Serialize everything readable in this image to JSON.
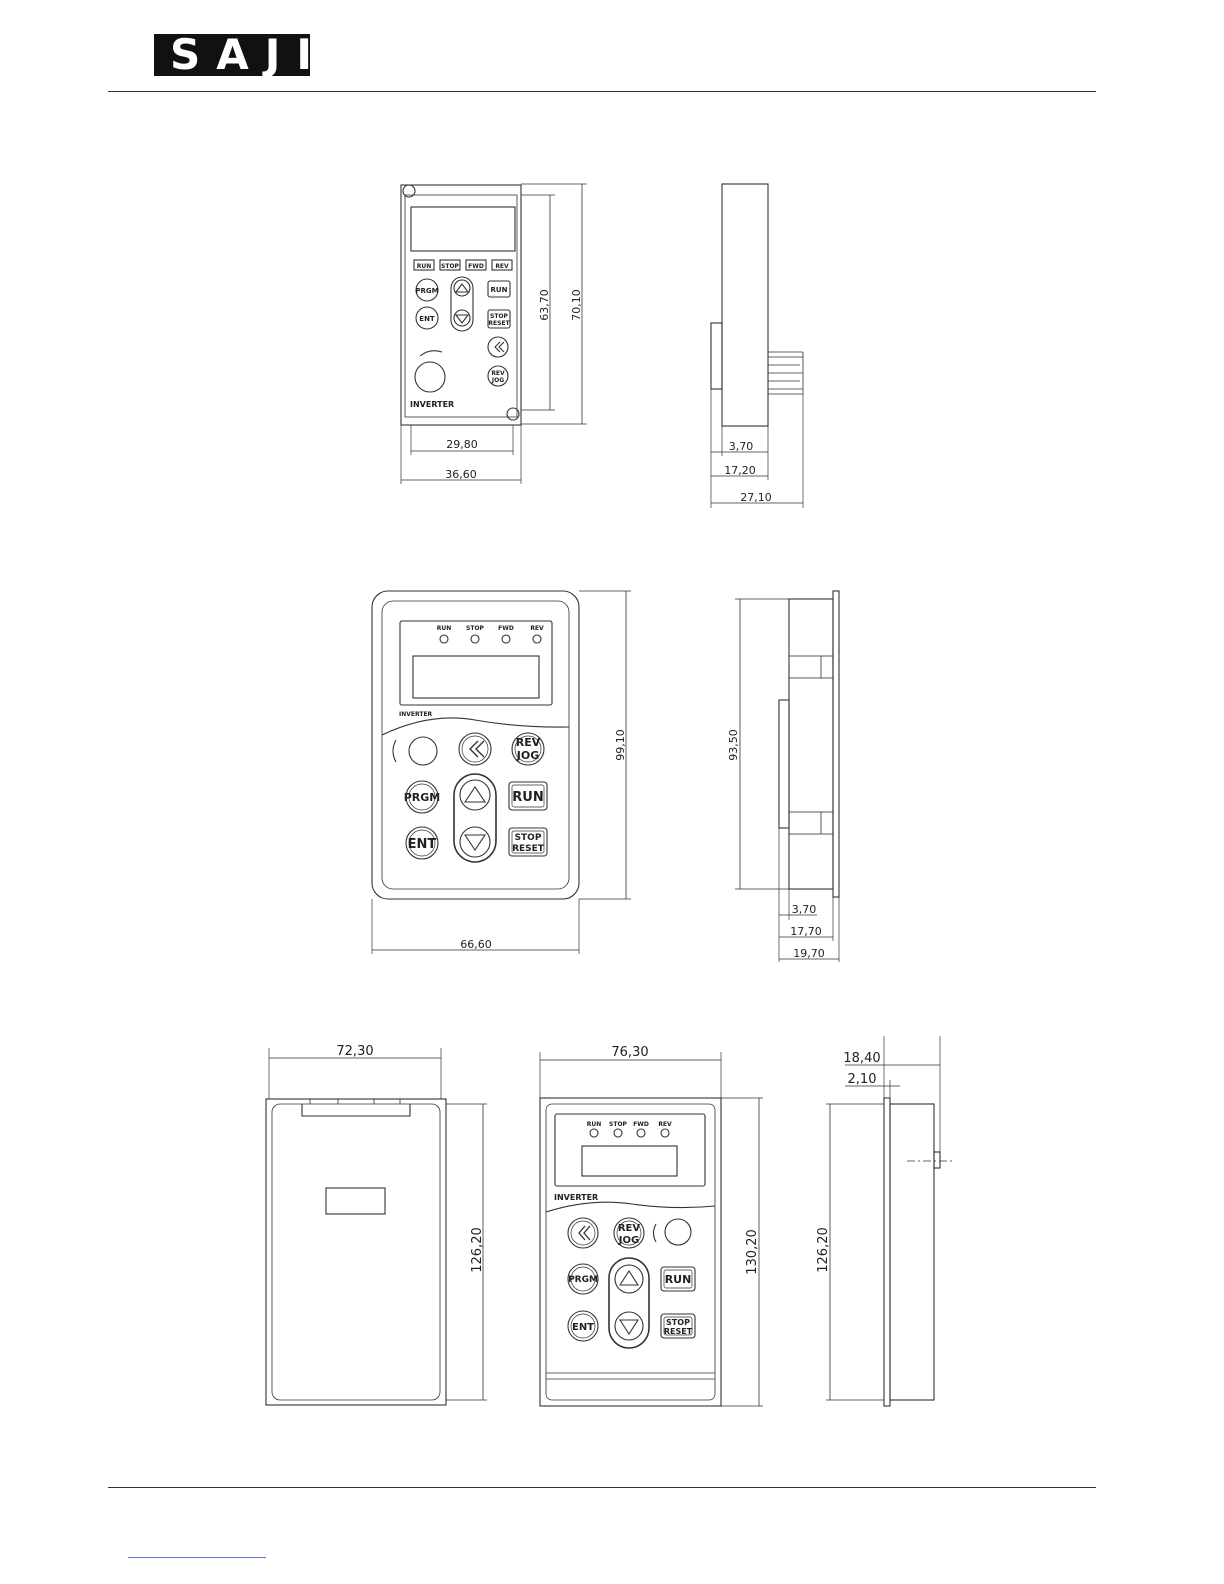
{
  "header": {
    "logo_text": "SAJI"
  },
  "keys": {
    "run": "RUN",
    "stop": "STOP",
    "fwd": "FWD",
    "rev": "REV",
    "prgm": "PRGM",
    "ent": "ENT",
    "stop_line1": "STOP",
    "stop_line2": "RESET",
    "rev_line1": "REV",
    "rev_line2": "JOG",
    "inverter": "INVERTER"
  },
  "dimensions": {
    "small_height_inner": "63,70",
    "small_height_outer": "70,10",
    "small_width_inner": "29,80",
    "small_width_outer": "36,60",
    "small_side_a": "3,70",
    "small_side_b": "17,20",
    "small_side_c": "27,10",
    "mid_height": "99,10",
    "mid_width": "66,60",
    "mid_side_height": "93,50",
    "mid_side_a": "3,70",
    "mid_side_b": "17,70",
    "mid_side_c": "19,70",
    "large_cover_width": "72,30",
    "large_cover_height": "126,20",
    "large_front_width": "76,30",
    "large_front_height": "130,20",
    "large_side_top": "18,40",
    "large_side_top2": "2,10",
    "large_side_height": "126,20"
  }
}
